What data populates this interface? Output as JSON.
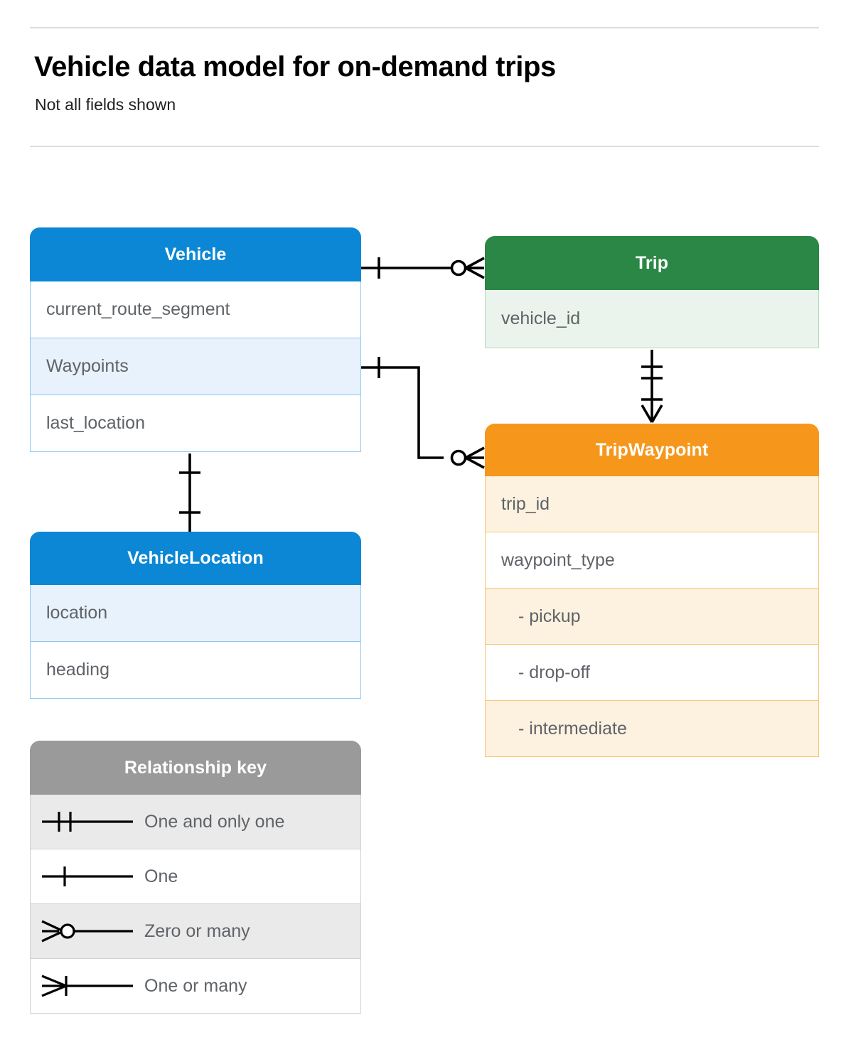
{
  "header": {
    "title": "Vehicle data model for on-demand trips",
    "subtitle": "Not all fields shown"
  },
  "entities": {
    "vehicle": {
      "name": "Vehicle",
      "color": "#0b87d6",
      "fields": [
        "current_route_segment",
        "Waypoints",
        "last_location"
      ]
    },
    "trip": {
      "name": "Trip",
      "color": "#2a8745",
      "fields": [
        "vehicle_id"
      ]
    },
    "trip_waypoint": {
      "name": "TripWaypoint",
      "color": "#f6971c",
      "fields": [
        "trip_id",
        "waypoint_type",
        "-  pickup",
        "-  drop-off",
        "-  intermediate"
      ]
    },
    "vehicle_location": {
      "name": "VehicleLocation",
      "color": "#0b87d6",
      "fields": [
        "location",
        "heading"
      ]
    }
  },
  "legend": {
    "title": "Relationship key",
    "color": "#9a9a9a",
    "items": [
      {
        "symbol": "one-and-only-one",
        "label": "One and only one"
      },
      {
        "symbol": "one",
        "label": "One"
      },
      {
        "symbol": "zero-or-many",
        "label": "Zero or many"
      },
      {
        "symbol": "one-or-many",
        "label": "One or many"
      }
    ]
  },
  "relationships": [
    {
      "from": "Vehicle",
      "to": "Trip",
      "from_cardinality": "One",
      "to_cardinality": "Zero or many"
    },
    {
      "from": "Vehicle.Waypoints",
      "to": "TripWaypoint",
      "from_cardinality": "One",
      "to_cardinality": "Zero or many"
    },
    {
      "from": "Trip",
      "to": "TripWaypoint",
      "from_cardinality": "One and only one",
      "to_cardinality": "One or many"
    },
    {
      "from": "Vehicle",
      "to": "VehicleLocation",
      "from_cardinality": "One",
      "to_cardinality": "One"
    }
  ]
}
